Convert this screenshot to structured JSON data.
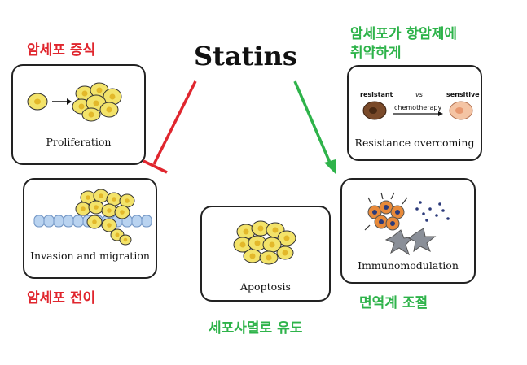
{
  "title": "Statins",
  "labels": {
    "proliferation_kr": "암세포 증식",
    "resistance_kr_line1": "암세포가 항암제에",
    "resistance_kr_line2": "취약하게",
    "metastasis_kr": "암세포 전이",
    "apoptosis_kr": "세포사멸로 유도",
    "immuno_kr": "면역계 조절"
  },
  "boxes": {
    "proliferation": "Proliferation",
    "invasion": "Invasion and migration",
    "apoptosis": "Apoptosis",
    "resistance": "Resistance overcoming",
    "immunomodulation": "Immunomodulation"
  },
  "resistance_detail": {
    "resistant": "resistant",
    "vs": "vs",
    "sensitive": "sensitive",
    "chemotherapy": "chemotherapy"
  },
  "colors": {
    "red": "#e0262e",
    "green": "#2eb34a",
    "cell_yellow": "#f3e36a",
    "nucleus": "#e3b82a"
  }
}
